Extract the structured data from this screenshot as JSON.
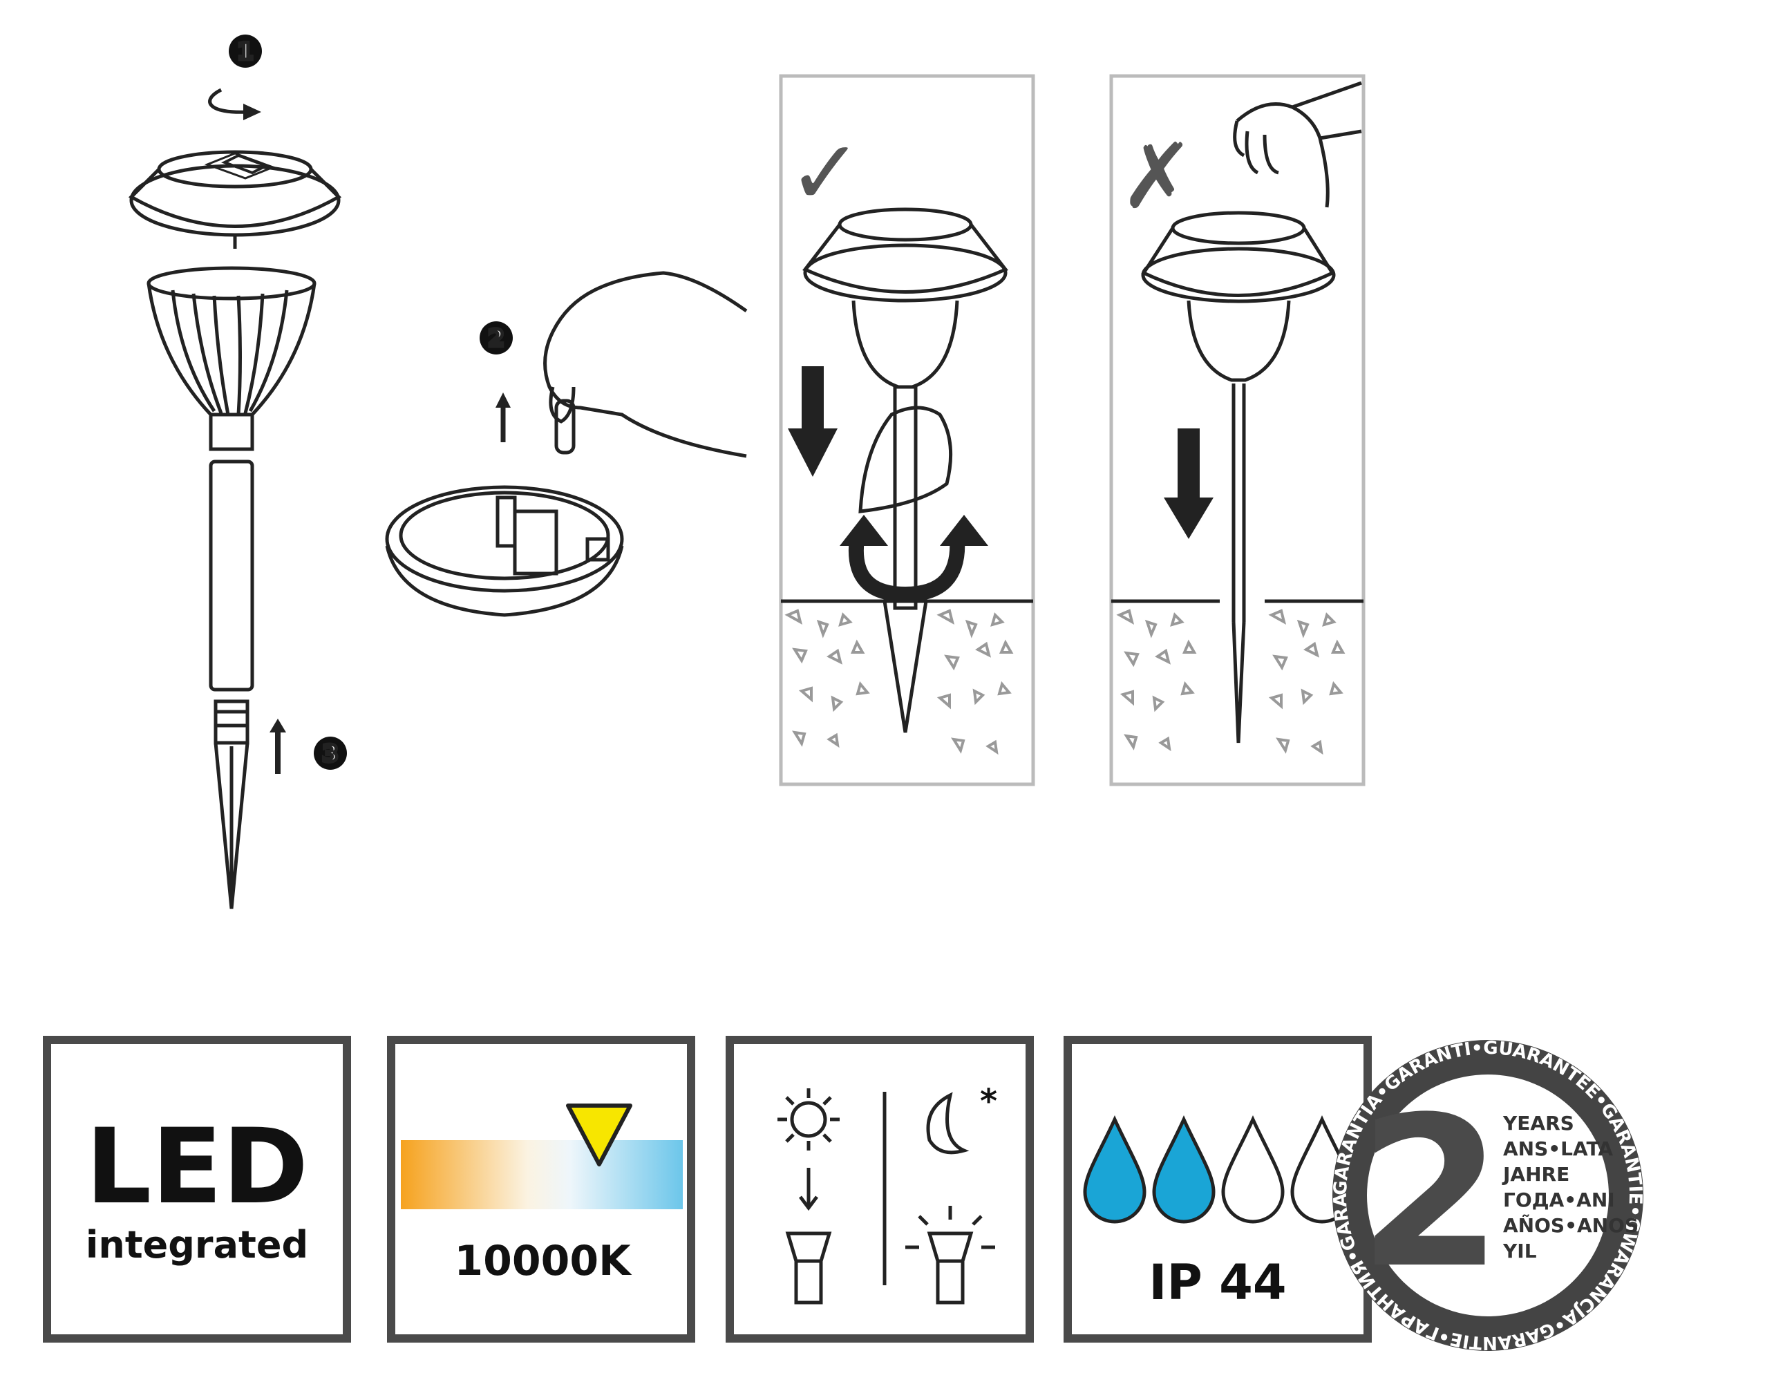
{
  "steps": {
    "s1": "1",
    "s2": "2",
    "s3": "3"
  },
  "marks": {
    "correct": "✓",
    "wrong": "✗"
  },
  "badges": {
    "led": {
      "title": "LED",
      "subtitle": "integrated"
    },
    "color_temp": {
      "value": "10000K"
    },
    "dusk_sensor": {
      "asterisk": "*"
    },
    "ip": {
      "label": "IP 44",
      "filled_drops": 2,
      "total_drops": 4
    },
    "guarantee": {
      "number": "2",
      "years": [
        "YEARS",
        "ANS•LATA",
        "JAHRE",
        "ГОДА•ANI",
        "AÑOS•ANOS",
        "YIL"
      ],
      "ring_text": "GARANTIA•GARANTÍ•GUARANTEE•GARANTIE•GWARANCJA•GARANTIE•ГАРАНТИЯ•GARANTIE•GARANTÍA•"
    }
  },
  "colors": {
    "accent_blue": "#1aa5d6",
    "arrow_yellow": "#f7e600",
    "badge_gray": "#444444"
  }
}
